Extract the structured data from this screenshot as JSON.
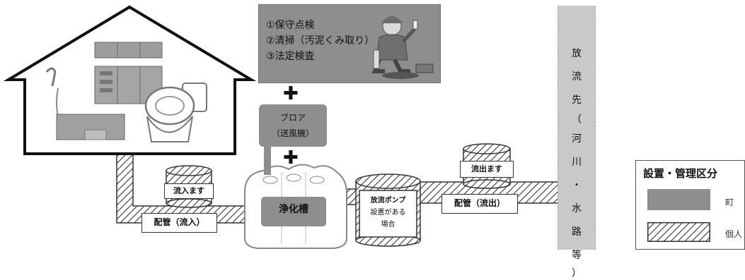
{
  "maintenance": {
    "items": [
      "①保守点検",
      "②清掃（汚泥くみ取り）",
      "③法定検査"
    ],
    "plus_sign": "✚"
  },
  "blower": {
    "line1": "ブロア",
    "line2": "（送風機）"
  },
  "inflow_basin_label": "流入ます",
  "outflow_basin_label": "流出ます",
  "septic_tank_label": "浄化槽",
  "pump": {
    "line1": "放流ポンプ",
    "line2": "設置がある",
    "line3": "場合"
  },
  "pipe_in_label": "配管（流入）",
  "pipe_out_label": "配管（流出）",
  "discharge": {
    "chars": [
      "放",
      "流",
      "先",
      "（",
      "河",
      "川",
      "・",
      "水",
      "路",
      "等",
      "）"
    ]
  },
  "legend": {
    "title": "設置・管理区分",
    "town_label": "町",
    "individual_label": "個人"
  },
  "colors": {
    "town": "#8e8e8e",
    "river": "#c9c9c9",
    "outline": "#333333"
  }
}
